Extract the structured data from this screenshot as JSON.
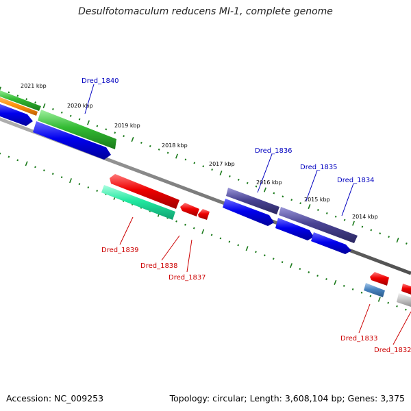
{
  "title": "Desulfotomaculum reducens MI-1, complete genome",
  "footer": {
    "accession": "Accession: NC_009253",
    "topology": "Topology: circular; Length: 3,608,104 bp; Genes: 3,375"
  },
  "colors": {
    "backbone": "#808080",
    "tick": "#1a7a1a",
    "plus_label": "#0000c0",
    "minus_label": "#cc0000"
  },
  "ruler": [
    {
      "label": "2021 kbp"
    },
    {
      "label": "2020 kbp"
    },
    {
      "label": "2019 kbp"
    },
    {
      "label": "2018 kbp"
    },
    {
      "label": "2017 kbp"
    },
    {
      "label": "2016 kbp"
    },
    {
      "label": "2015 kbp"
    },
    {
      "label": "2014 kbp"
    }
  ],
  "plus_labels": [
    {
      "text": "Dred_1840"
    },
    {
      "text": "Dred_1836"
    },
    {
      "text": "Dred_1835"
    },
    {
      "text": "Dred_1834"
    }
  ],
  "minus_labels": [
    {
      "text": "Dred_1839"
    },
    {
      "text": "Dred_1838"
    },
    {
      "text": "Dred_1837"
    },
    {
      "text": "Dred_1833"
    },
    {
      "text": "Dred_1832"
    }
  ]
}
